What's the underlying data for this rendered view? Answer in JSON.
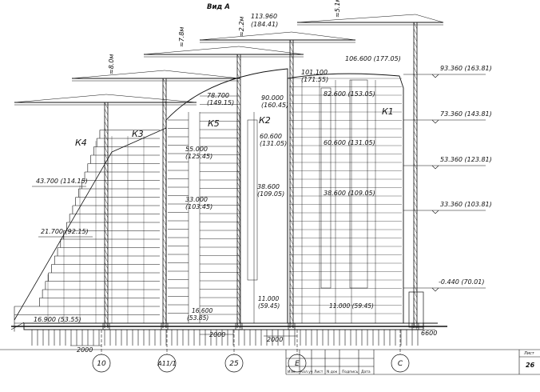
{
  "view_title": "Вид А",
  "cranes": [
    "К1",
    "К2",
    "К3",
    "К4",
    "К5"
  ],
  "elevations": [
    "113.960",
    "(184.41)",
    "106.600 (177.05)",
    "101.100",
    "(171.55)",
    "93.360 (163.81)",
    "90.000",
    "(160.45)",
    "82.600 (153.05)",
    "78.700",
    "(149.15)",
    "73.360 (143.81)",
    "60.600",
    "(131.05)",
    "60.600 (131.05)",
    "55.000",
    "(125.45)",
    "53.360 (123.81)",
    "43.700 (114.15)",
    "38.600",
    "(109.05)",
    "38.600 (109.05)",
    "33.000",
    "(103.45)",
    "33.360 (103.81)",
    "21.700 (92.15)",
    "16.600",
    "(53.85)",
    "16.900 (53.55)",
    "11.000",
    "(59.45)",
    "11.000 (59.45)",
    "-0.440 (70.01)"
  ],
  "heights": [
    "≈8.0м",
    "≈7.8м",
    "≈2.2м",
    "≈5.1м"
  ],
  "dimensions": [
    "2000",
    "2000",
    "2000",
    "6600"
  ],
  "axes": [
    "10",
    "А11/1",
    "25",
    "Е",
    "С"
  ],
  "title_block": {
    "cells": [
      "Изм.",
      "Кол.уч",
      "Лист",
      "N док",
      "Подпись",
      "Дата"
    ],
    "sheet_label": "Лист",
    "sheet_number": "26"
  }
}
